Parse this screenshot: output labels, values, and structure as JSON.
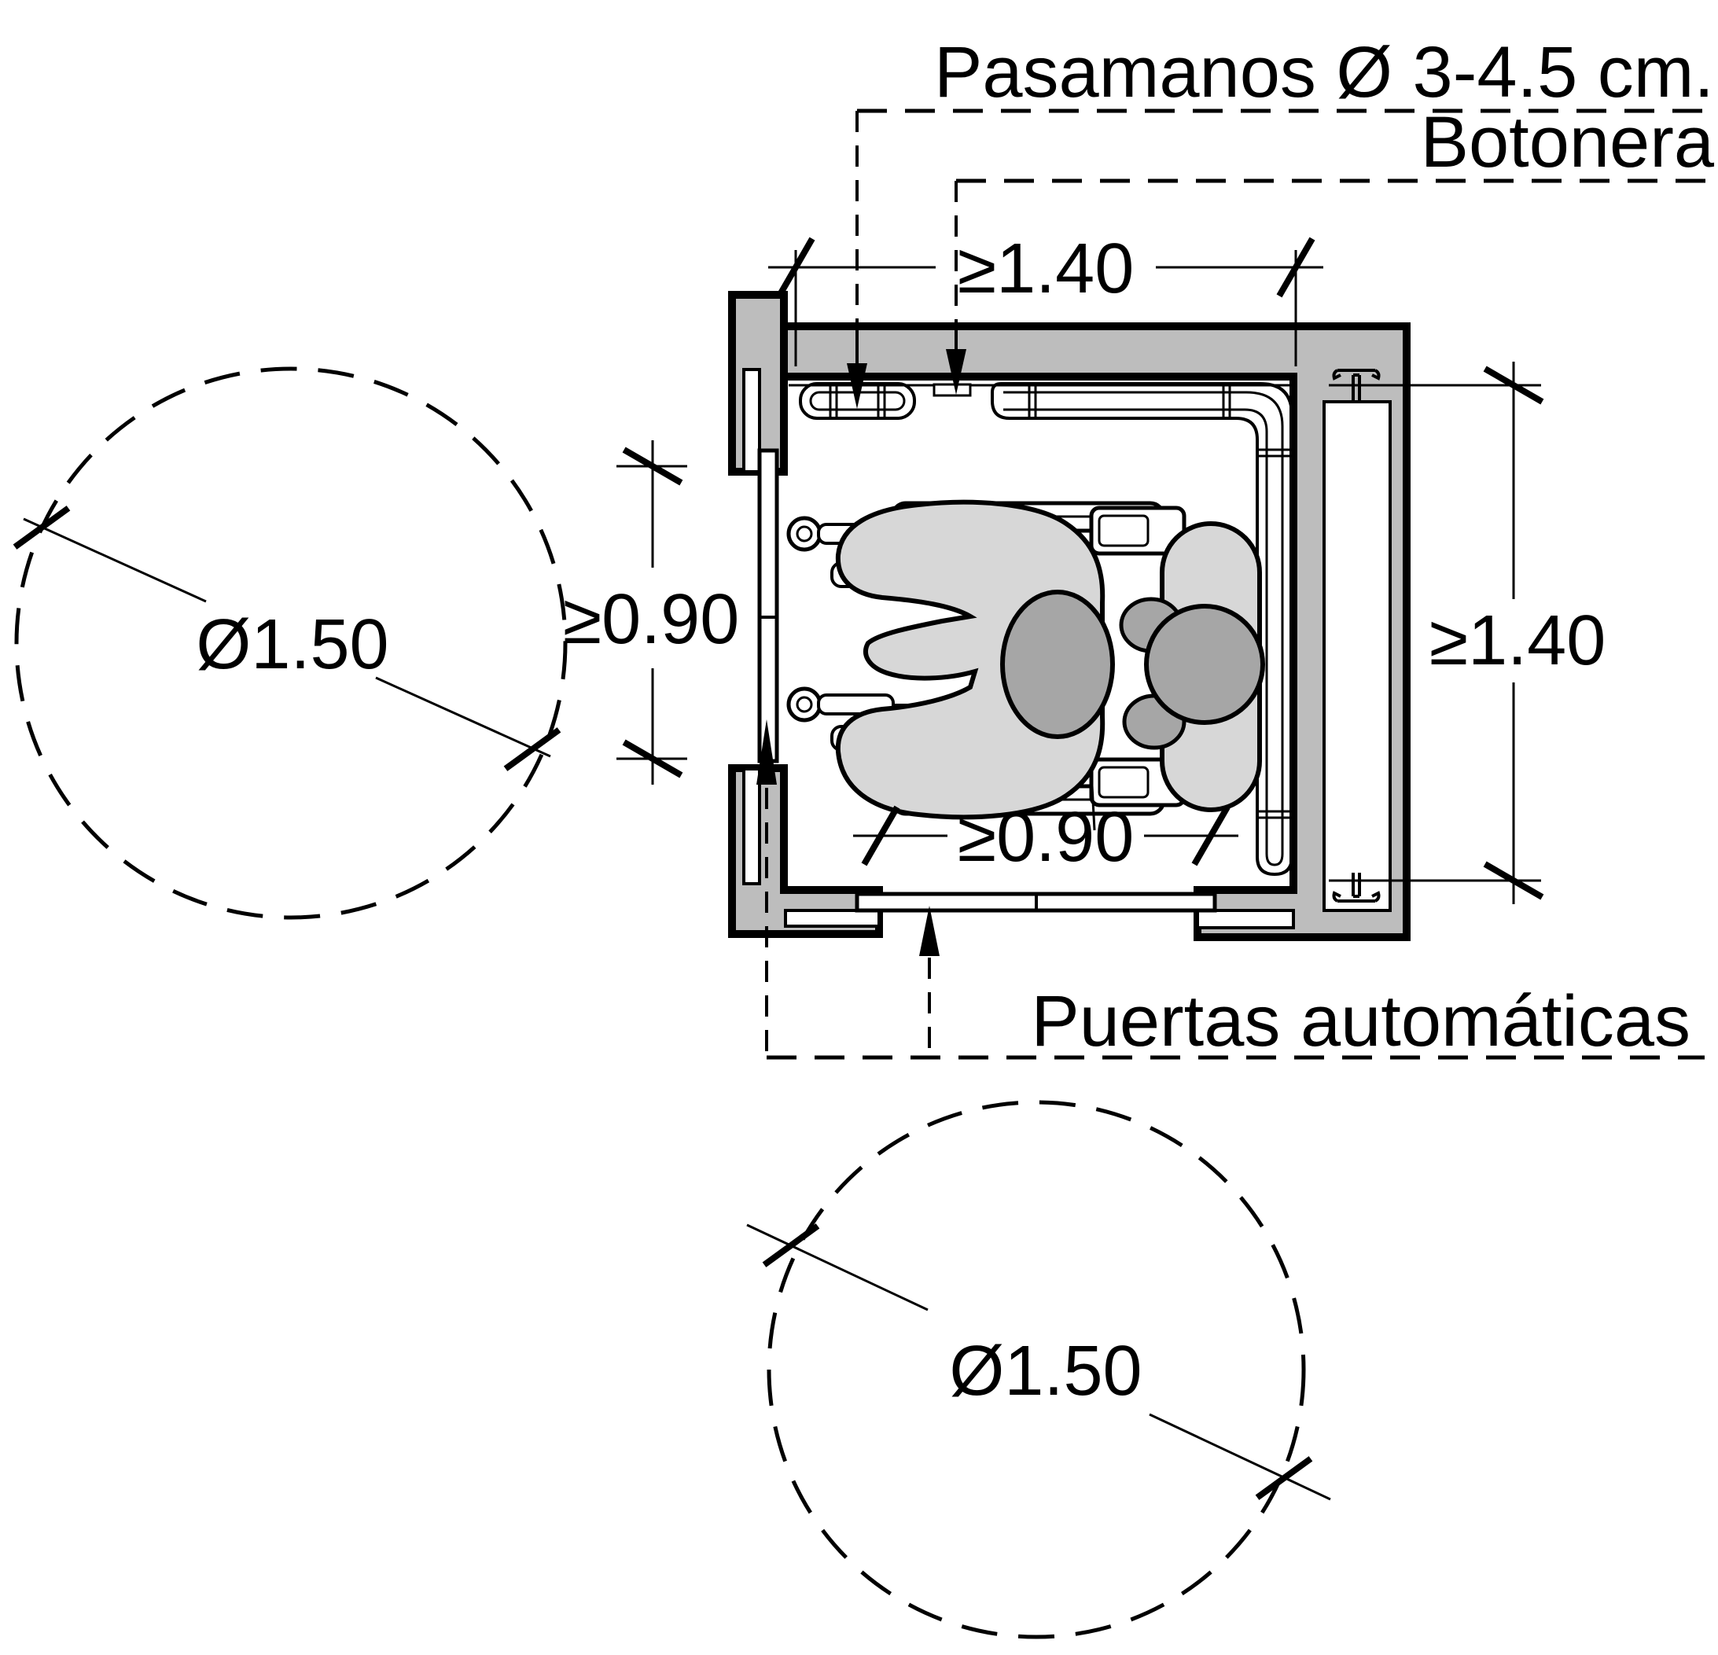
{
  "drawing": {
    "type": "accessible-elevator-plan",
    "labels": {
      "handrail": "Pasamanos Ø 3-4.5 cm.",
      "buttons": "Botonera",
      "doors": "Puertas automáticas"
    },
    "dimensions": {
      "cab_width_top": "≥1.40",
      "cab_depth_right": "≥1.40",
      "side_door_width": "≥0.90",
      "front_door_width": "≥0.90",
      "turning_circle_left": "Ø1.50",
      "turning_circle_bottom": "Ø1.50"
    },
    "colors": {
      "wall_fill": "#bdbdbd",
      "line": "#000000",
      "figure_light": "#d7d7d7",
      "figure_dark": "#a6a6a6",
      "background": "#ffffff"
    },
    "icons": {
      "guide_rail_top": "elevator-guide-rail-icon",
      "guide_rail_bottom": "elevator-guide-rail-icon",
      "leader_arrows": "arrowhead-icon"
    }
  }
}
